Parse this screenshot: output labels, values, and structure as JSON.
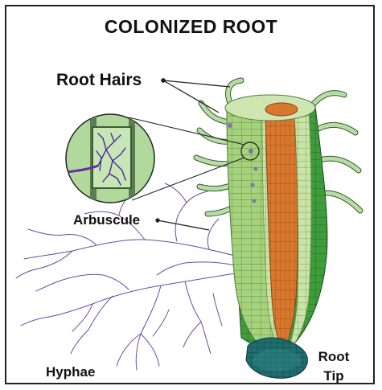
{
  "title": "COLONIZED ROOT",
  "labels": {
    "root_hairs": "Root Hairs",
    "arbuscule": "Arbuscule",
    "hyphae": "Hyphae",
    "root_tip_line1": "Root",
    "root_tip_line2": "Tip"
  },
  "colors": {
    "outer_cortex": "#a7d27c",
    "epidermis": "#3f9c3a",
    "vascular_core": "#d9782d",
    "root_cap": "#1f6d6e",
    "root_hair": "#b8dca4",
    "hyphae": "#6a4aa8",
    "arbuscule_inset": "#b2d99c"
  }
}
